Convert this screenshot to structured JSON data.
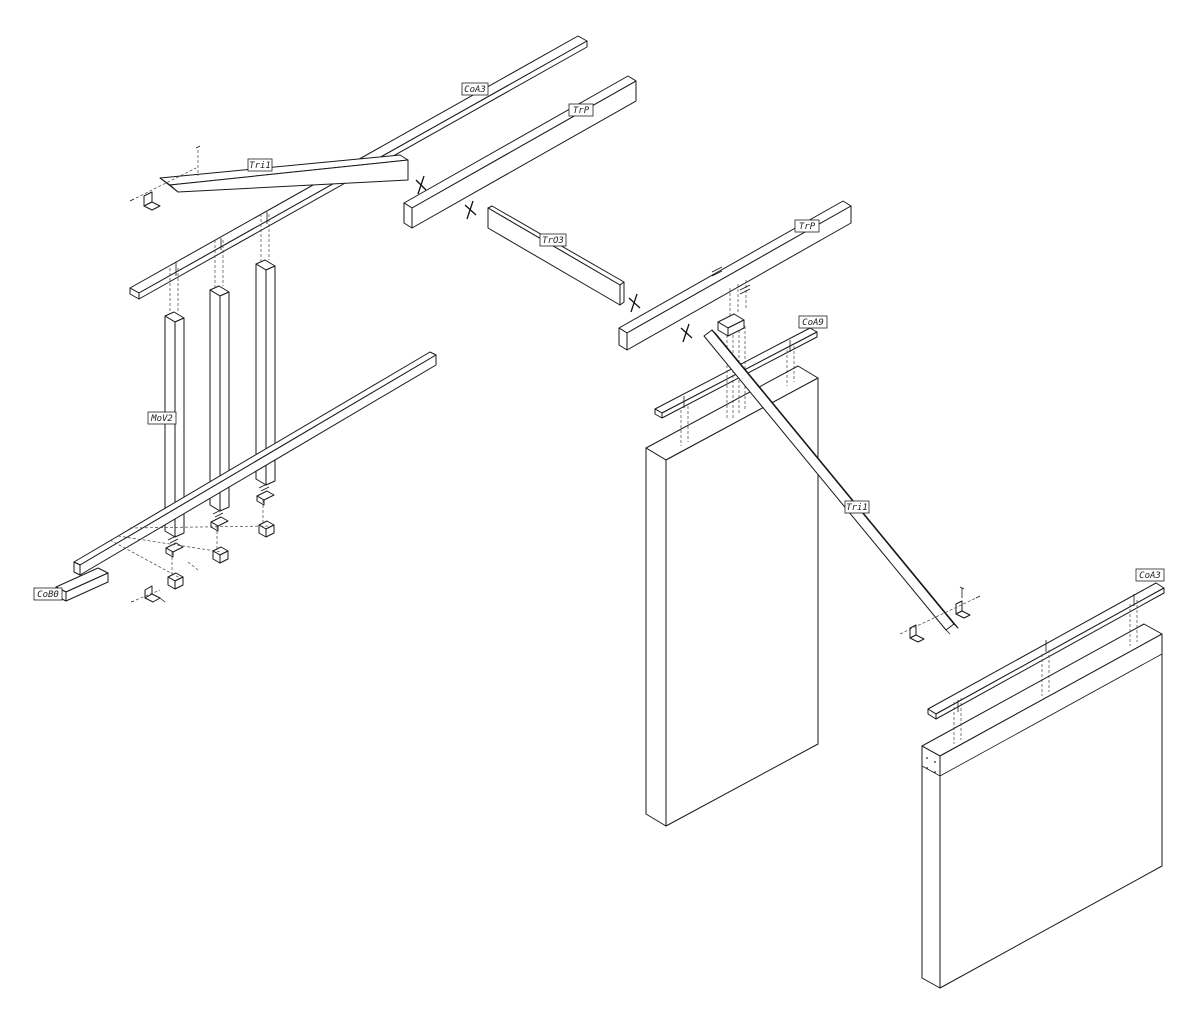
{
  "labels": {
    "coa3_top": "CoA3",
    "trp_top": "TrP",
    "tri1_top": "Tri1",
    "tro3": "TrO3",
    "trp_mid": "TrP",
    "coa9": "CoA9",
    "mov2": "MoV2",
    "tri1_diag": "Tri1",
    "coa3_right": "CoA3",
    "cob0": "CoB0"
  }
}
